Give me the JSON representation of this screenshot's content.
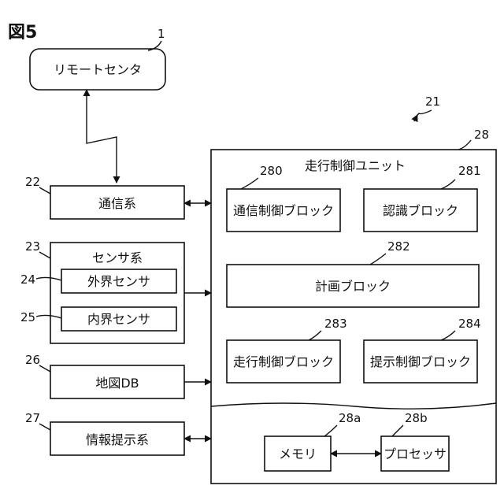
{
  "figure_label": "図5",
  "remote": {
    "ref": "1",
    "label": "リモートセンタ"
  },
  "overall_ref": "21",
  "unit": {
    "ref": "28",
    "title": "走行制御ユニット"
  },
  "comm": {
    "ref": "22",
    "label": "通信系"
  },
  "sensor": {
    "ref": "23",
    "label": "センサ系",
    "ext": {
      "ref": "24",
      "label": "外界センサ"
    },
    "int": {
      "ref": "25",
      "label": "内界センサ"
    }
  },
  "mapdb": {
    "ref": "26",
    "label": "地図DB"
  },
  "info": {
    "ref": "27",
    "label": "情報提示系"
  },
  "blocks": {
    "b280": {
      "ref": "280",
      "label": "通信制御ブロック"
    },
    "b281": {
      "ref": "281",
      "label": "認識ブロック"
    },
    "b282": {
      "ref": "282",
      "label": "計画ブロック"
    },
    "b283": {
      "ref": "283",
      "label": "走行制御ブロック"
    },
    "b284": {
      "ref": "284",
      "label": "提示制御ブロック"
    }
  },
  "memory": {
    "ref": "28a",
    "label": "メモリ"
  },
  "processor": {
    "ref": "28b",
    "label": "プロセッサ"
  }
}
